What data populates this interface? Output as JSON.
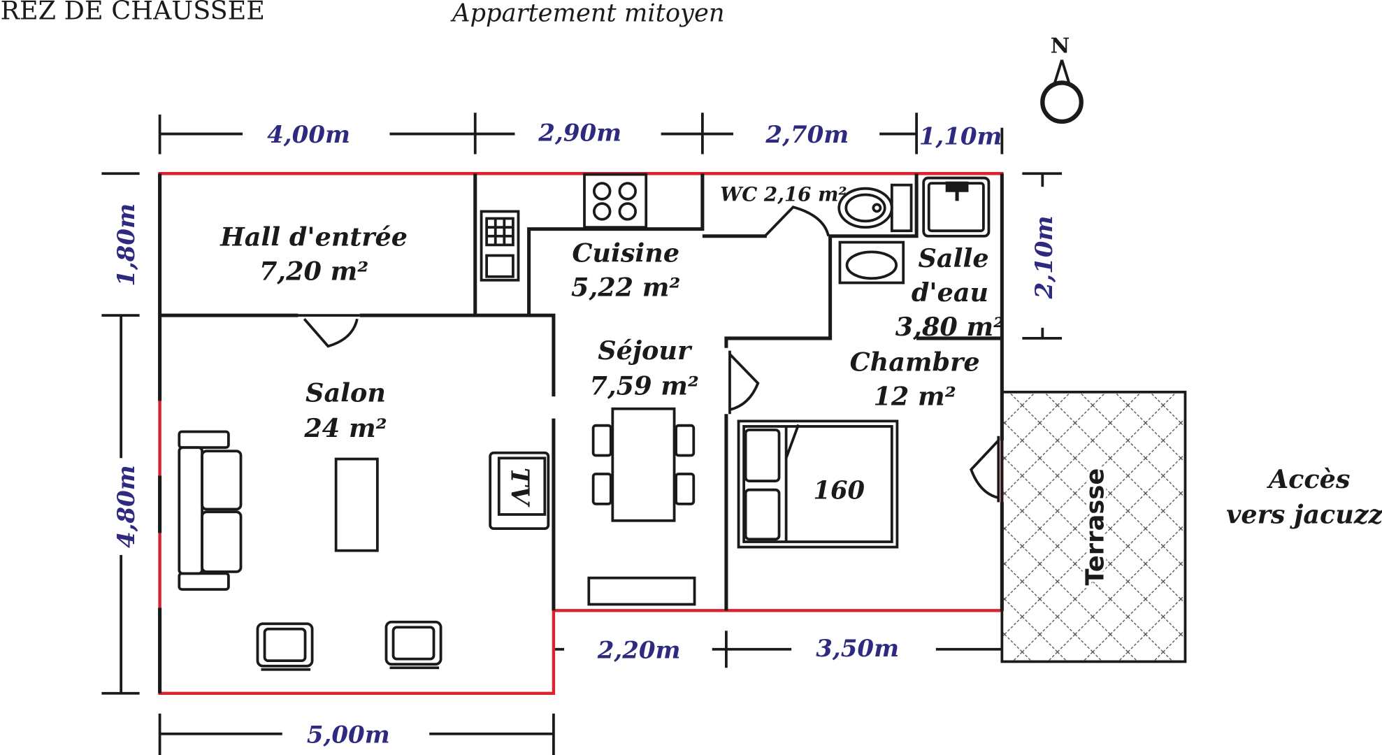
{
  "header": {
    "floor_title": "REZ DE CHAUSSEE",
    "neighbour_label": "Appartement mitoyen"
  },
  "compass": {
    "label": "N"
  },
  "dimensions": {
    "top": [
      "4,00m",
      "2,90m",
      "2,70m",
      "1,10m"
    ],
    "left": [
      "1,80m",
      "4,80m"
    ],
    "right": [
      "2,10m"
    ],
    "bottom_inner": [
      "2,20m",
      "3,50m"
    ],
    "bottom": [
      "5,00m"
    ]
  },
  "rooms": {
    "hall": {
      "name": "Hall d'entrée",
      "area": "7,20 m²"
    },
    "cuisine": {
      "name": "Cuisine",
      "area": "5,22 m²"
    },
    "wc": {
      "name": "WC 2,16 m²"
    },
    "salle_eau": {
      "name1": "Salle",
      "name2": "d'eau",
      "area": "3,80 m²"
    },
    "salon": {
      "name": "Salon",
      "area": "24 m²"
    },
    "sejour": {
      "name": "Séjour",
      "area": "7,59 m²"
    },
    "chambre": {
      "name": "Chambre",
      "area": "12 m²"
    },
    "terrasse": {
      "name": "Terrasse"
    }
  },
  "furniture": {
    "tv_label": "TV",
    "bed_label": "160"
  },
  "access": {
    "line1": "Accès",
    "line2": "vers jacuzzi"
  },
  "colors": {
    "outline": "#d9232e",
    "dimensions": "#2e2a80"
  }
}
